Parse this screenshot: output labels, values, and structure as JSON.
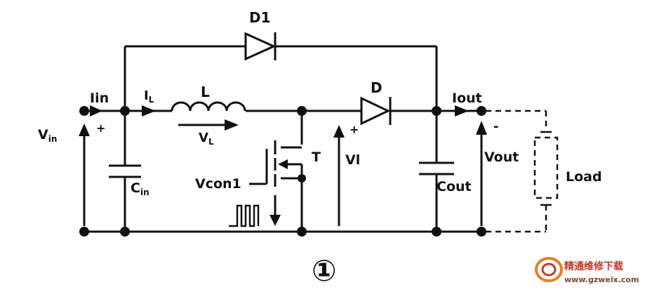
{
  "labels": {
    "d1": "D1",
    "d": "D",
    "l": "L",
    "iin": "Iin",
    "il_main": "I",
    "il_sub": "L",
    "vl_main": "V",
    "vl_sub": "L",
    "vin_main": "V",
    "vin_sub": "in",
    "cin_main": "C",
    "cin_sub": "in",
    "t": "T",
    "vl_sw": "Vl",
    "vcon": "Vcon1",
    "cout": "Cout",
    "iout": "Iout",
    "vout": "Vout",
    "load": "Load",
    "plus_vin": "+",
    "plus_vl": "+",
    "minus_out": "-",
    "figure_no": "①"
  },
  "watermark": {
    "cn_text": "精通维修下载",
    "url": "www.gzweix.com"
  },
  "colors": {
    "wire": "#111111",
    "watermark_red": "#c0392b",
    "watermark_orange": "#e67e22"
  }
}
